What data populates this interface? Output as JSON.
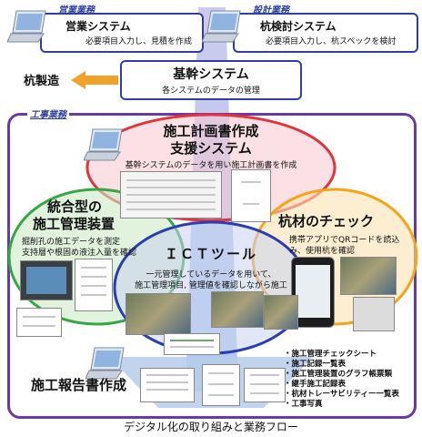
{
  "sales": {
    "tag": "営業業務",
    "title": "営業システム",
    "desc": "必要項目入力し、見積を作成"
  },
  "design": {
    "tag": "設計業務",
    "title": "杭検討システム",
    "desc": "必要項目入力し、杭スペックを検討"
  },
  "core": {
    "title": "基幹システム",
    "desc": "各システムのデータの管理"
  },
  "pile_manufacturing": "杭製造",
  "construction_tag": "工事業務",
  "plan": {
    "title1": "施工計画書作成",
    "title2": "支援システム",
    "desc": "基幹システムのデータを用い施工計画書を作成"
  },
  "integrated": {
    "title1": "統合型の",
    "title2": "施工管理装置",
    "desc1": "掘削孔の施工データを測定",
    "desc2": "支持層や根固め液注入量を確認"
  },
  "pile_check": {
    "title": "杭材のチェック",
    "desc1": "携帯アプリでQRコードを読込",
    "desc2": "み、使用杭を確認"
  },
  "ict": {
    "title": "ＩＣＴツール",
    "desc1": "一元管理しているデータを用いて、",
    "desc2": "施工管理項目, 管理値を確認しながら施工"
  },
  "report": {
    "title": "施工報告書作成"
  },
  "report_items": [
    "施工管理チェックシート",
    "施工記録一覧表",
    "施工管理装置のグラフ帳票類",
    "継手施工記録表",
    "杭材トレーサビリティー一覧表",
    "工事写真"
  ],
  "caption": "デジタル化の取り組みと業務フロー",
  "colors": {
    "frame": "#6b3aa0",
    "box": "#2f3fa0",
    "red": "#e2343a",
    "green": "#35a845",
    "orange": "#f3a51c",
    "blue": "#2a3fae",
    "arrow": "#f0a22a"
  }
}
